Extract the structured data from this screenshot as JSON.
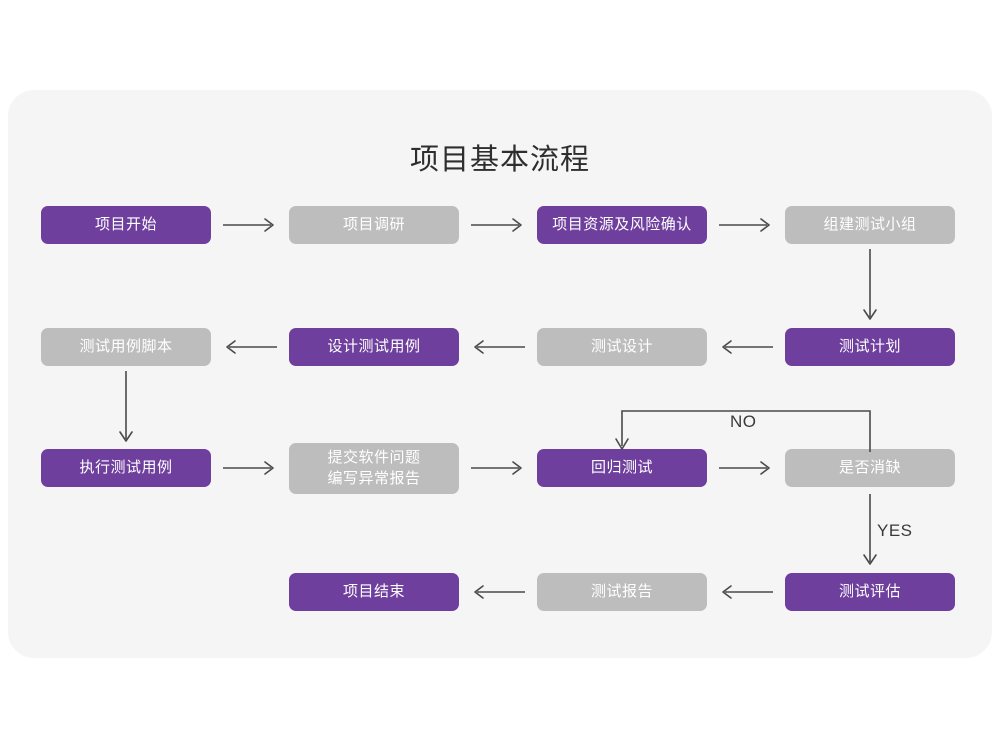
{
  "diagram": {
    "title": "项目基本流程",
    "type": "flowchart",
    "colors": {
      "page_background": "#ffffff",
      "card_background": "#f5f5f5",
      "node_active": "#6f3f9e",
      "node_inactive": "#bdbdbd",
      "node_text": "#ffffff",
      "connector": "#4a4a4a",
      "title_text": "#2e2e2e"
    },
    "nodes": [
      {
        "id": "n1",
        "label": "项目开始",
        "style": "purple",
        "row": 1,
        "col": 1
      },
      {
        "id": "n2",
        "label": "项目调研",
        "style": "gray",
        "row": 1,
        "col": 2
      },
      {
        "id": "n3",
        "label": "项目资源及风险确认",
        "style": "purple",
        "row": 1,
        "col": 3
      },
      {
        "id": "n4",
        "label": "组建测试小组",
        "style": "gray",
        "row": 1,
        "col": 4
      },
      {
        "id": "n5",
        "label": "测试用例脚本",
        "style": "gray",
        "row": 2,
        "col": 1
      },
      {
        "id": "n6",
        "label": "设计测试用例",
        "style": "purple",
        "row": 2,
        "col": 2
      },
      {
        "id": "n7",
        "label": "测试设计",
        "style": "gray",
        "row": 2,
        "col": 3
      },
      {
        "id": "n8",
        "label": "测试计划",
        "style": "purple",
        "row": 2,
        "col": 4
      },
      {
        "id": "n9",
        "label": "执行测试用例",
        "style": "purple",
        "row": 3,
        "col": 1
      },
      {
        "id": "n10",
        "label": "提交软件问题\n编写异常报告",
        "style": "gray",
        "row": 3,
        "col": 2
      },
      {
        "id": "n11",
        "label": "回归测试",
        "style": "purple",
        "row": 3,
        "col": 3
      },
      {
        "id": "n12",
        "label": "是否消缺",
        "style": "gray",
        "row": 3,
        "col": 4
      },
      {
        "id": "n13",
        "label": "项目结束",
        "style": "purple",
        "row": 4,
        "col": 2
      },
      {
        "id": "n14",
        "label": "测试报告",
        "style": "gray",
        "row": 4,
        "col": 3
      },
      {
        "id": "n15",
        "label": "测试评估",
        "style": "purple",
        "row": 4,
        "col": 4
      }
    ],
    "edges": [
      {
        "id": "e1",
        "from": "n1",
        "to": "n2",
        "label": "",
        "direction": "right"
      },
      {
        "id": "e2",
        "from": "n2",
        "to": "n3",
        "label": "",
        "direction": "right"
      },
      {
        "id": "e3",
        "from": "n3",
        "to": "n4",
        "label": "",
        "direction": "right"
      },
      {
        "id": "e4",
        "from": "n4",
        "to": "n8",
        "label": "",
        "direction": "down"
      },
      {
        "id": "e5",
        "from": "n8",
        "to": "n7",
        "label": "",
        "direction": "left"
      },
      {
        "id": "e6",
        "from": "n7",
        "to": "n6",
        "label": "",
        "direction": "left"
      },
      {
        "id": "e7",
        "from": "n6",
        "to": "n5",
        "label": "",
        "direction": "left"
      },
      {
        "id": "e8",
        "from": "n5",
        "to": "n9",
        "label": "",
        "direction": "down"
      },
      {
        "id": "e9",
        "from": "n9",
        "to": "n10",
        "label": "",
        "direction": "right"
      },
      {
        "id": "e10",
        "from": "n10",
        "to": "n11",
        "label": "",
        "direction": "right"
      },
      {
        "id": "e11",
        "from": "n11",
        "to": "n12",
        "label": "",
        "direction": "right"
      },
      {
        "id": "e12",
        "from": "n12",
        "to": "n11",
        "label": "NO",
        "direction": "loop-up-left-down"
      },
      {
        "id": "e13",
        "from": "n12",
        "to": "n15",
        "label": "YES",
        "direction": "down"
      },
      {
        "id": "e14",
        "from": "n15",
        "to": "n14",
        "label": "",
        "direction": "left"
      },
      {
        "id": "e15",
        "from": "n14",
        "to": "n13",
        "label": "",
        "direction": "left"
      }
    ],
    "edge_labels": {
      "no": "NO",
      "yes": "YES"
    }
  }
}
